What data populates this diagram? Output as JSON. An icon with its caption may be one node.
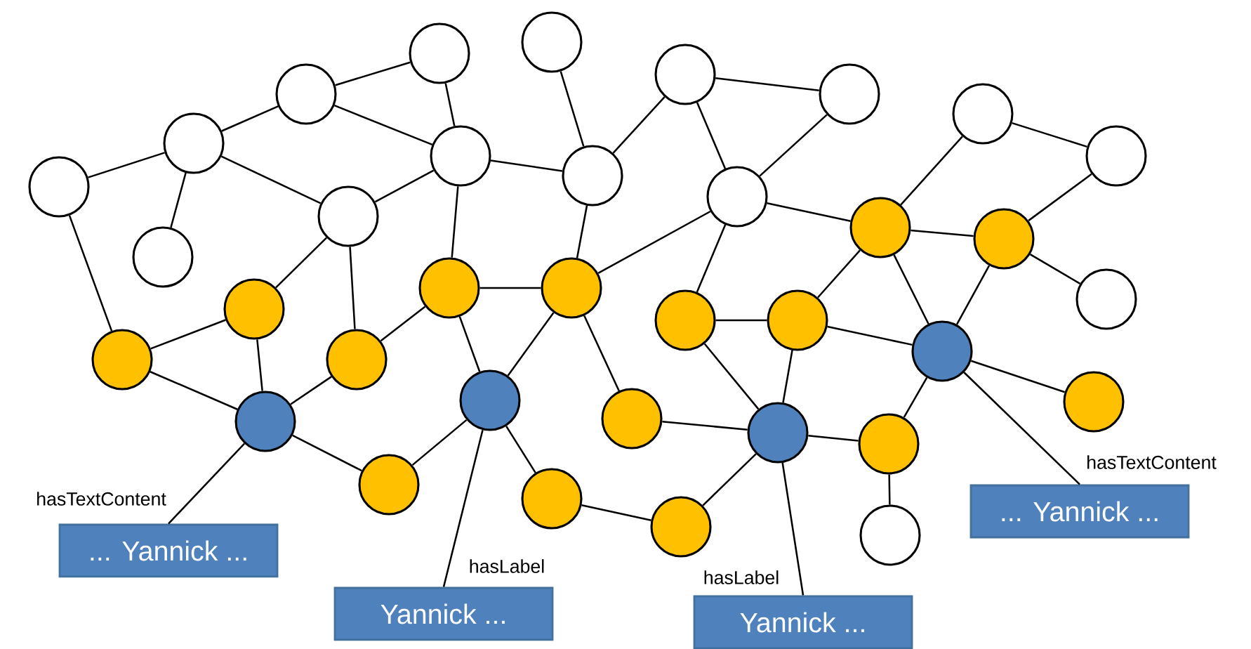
{
  "diagram": {
    "nodes": [
      {
        "text": [],
        "shape": "circle"
      },
      {
        "text": [],
        "shape": "circle"
      },
      {
        "text": [],
        "shape": "circle"
      },
      {
        "text": [],
        "shape": "circle"
      },
      {
        "text": [],
        "shape": "circle"
      },
      {
        "text": [],
        "shape": "circle"
      },
      {
        "text": [],
        "shape": "circle"
      },
      {
        "text": [],
        "shape": "circle"
      },
      {
        "text": [],
        "shape": "circle"
      },
      {
        "text": [],
        "shape": "circle"
      },
      {
        "text": [],
        "shape": "circle"
      },
      {
        "text": [],
        "shape": "circle"
      },
      {
        "text": [],
        "shape": "circle"
      },
      {
        "text": [],
        "shape": "circle"
      },
      {
        "text": [],
        "shape": "circle"
      },
      {
        "text": [],
        "shape": "circle"
      },
      {
        "text": [],
        "shape": "circle"
      },
      {
        "text": [],
        "shape": "circle"
      },
      {
        "text": [],
        "shape": "circle"
      },
      {
        "text": [],
        "shape": "circle"
      },
      {
        "text": [],
        "shape": "circle"
      },
      {
        "text": [],
        "shape": "circle"
      },
      {
        "text": [],
        "shape": "circle"
      },
      {
        "text": [],
        "shape": "circle"
      },
      {
        "text": [],
        "shape": "circle"
      },
      {
        "text": [],
        "shape": "circle"
      },
      {
        "text": [],
        "shape": "circle"
      },
      {
        "text": [],
        "shape": "circle"
      },
      {
        "text": [],
        "shape": "circle"
      },
      {
        "text": [],
        "shape": "circle"
      },
      {
        "text": [],
        "shape": "circle"
      },
      {
        "text": [],
        "shape": "circle"
      },
      {
        "text": [],
        "shape": "circle"
      },
      {
        "text": [],
        "shape": "circle"
      },
      {
        "text": [],
        "shape": "circle"
      },
      {
        "text": [
          "... Yannick ..."
        ]
      },
      {
        "text": [
          "Yannick ..."
        ]
      },
      {
        "text": [
          "Yannick ..."
        ]
      },
      {
        "text": [
          "... Yannick ..."
        ]
      }
    ],
    "edges": [
      {
        "from": 0,
        "to": 1,
        "arrow": "none"
      },
      {
        "from": 1,
        "to": 2,
        "arrow": "none"
      },
      {
        "from": 2,
        "to": 3,
        "arrow": "none"
      },
      {
        "from": 1,
        "to": 6,
        "arrow": "none"
      },
      {
        "from": 1,
        "to": 7,
        "arrow": "none"
      },
      {
        "from": 2,
        "to": 5,
        "arrow": "none"
      },
      {
        "from": 3,
        "to": 5,
        "arrow": "none"
      },
      {
        "from": 5,
        "to": 7,
        "arrow": "none"
      },
      {
        "from": 5,
        "to": 8,
        "arrow": "none"
      },
      {
        "from": 4,
        "to": 8,
        "arrow": "none"
      },
      {
        "from": 8,
        "to": 9,
        "arrow": "none"
      },
      {
        "from": 9,
        "to": 10,
        "arrow": "none"
      },
      {
        "from": 9,
        "to": 11,
        "arrow": "none"
      },
      {
        "from": 10,
        "to": 11,
        "arrow": "none"
      },
      {
        "from": 0,
        "to": 16,
        "arrow": "none"
      },
      {
        "from": 7,
        "to": 17,
        "arrow": "none"
      },
      {
        "from": 7,
        "to": 18,
        "arrow": "none"
      },
      {
        "from": 5,
        "to": 19,
        "arrow": "none"
      },
      {
        "from": 8,
        "to": 20,
        "arrow": "none"
      },
      {
        "from": 19,
        "to": 20,
        "arrow": "none"
      },
      {
        "from": 20,
        "to": 11,
        "arrow": "none"
      },
      {
        "from": 11,
        "to": 21,
        "arrow": "none"
      },
      {
        "from": 11,
        "to": 23,
        "arrow": "none"
      },
      {
        "from": 23,
        "to": 24,
        "arrow": "none"
      },
      {
        "from": 24,
        "to": 21,
        "arrow": "none"
      },
      {
        "from": 21,
        "to": 12,
        "arrow": "none"
      },
      {
        "from": 12,
        "to": 13,
        "arrow": "none"
      },
      {
        "from": 13,
        "to": 22,
        "arrow": "none"
      },
      {
        "from": 21,
        "to": 22,
        "arrow": "none"
      },
      {
        "from": 22,
        "to": 14,
        "arrow": "none"
      },
      {
        "from": 21,
        "to": 34,
        "arrow": "none"
      },
      {
        "from": 22,
        "to": 34,
        "arrow": "none"
      },
      {
        "from": 16,
        "to": 17,
        "arrow": "none"
      },
      {
        "from": 19,
        "to": 18,
        "arrow": "none"
      },
      {
        "from": 20,
        "to": 32,
        "arrow": "none"
      },
      {
        "from": 20,
        "to": 25,
        "arrow": "none"
      },
      {
        "from": 19,
        "to": 32,
        "arrow": "none"
      },
      {
        "from": 16,
        "to": 31,
        "arrow": "none"
      },
      {
        "from": 17,
        "to": 31,
        "arrow": "none"
      },
      {
        "from": 18,
        "to": 31,
        "arrow": "none"
      },
      {
        "from": 31,
        "to": 26,
        "arrow": "none"
      },
      {
        "from": 26,
        "to": 32,
        "arrow": "none"
      },
      {
        "from": 32,
        "to": 27,
        "arrow": "none"
      },
      {
        "from": 27,
        "to": 28,
        "arrow": "none"
      },
      {
        "from": 24,
        "to": 34,
        "arrow": "none"
      },
      {
        "from": 23,
        "to": 33,
        "arrow": "none"
      },
      {
        "from": 24,
        "to": 33,
        "arrow": "none"
      },
      {
        "from": 25,
        "to": 33,
        "arrow": "none"
      },
      {
        "from": 28,
        "to": 33,
        "arrow": "none"
      },
      {
        "from": 33,
        "to": 29,
        "arrow": "none"
      },
      {
        "from": 29,
        "to": 34,
        "arrow": "none"
      },
      {
        "from": 29,
        "to": 15,
        "arrow": "none"
      },
      {
        "from": 34,
        "to": 30,
        "arrow": "none"
      },
      {
        "from": 31,
        "to": 35,
        "arrow": "none",
        "label": "hasTextContent"
      },
      {
        "from": 32,
        "to": 36,
        "arrow": "none",
        "label": "hasLabel"
      },
      {
        "from": 33,
        "to": 37,
        "arrow": "none",
        "label": "hasLabel"
      },
      {
        "from": 34,
        "to": 38,
        "arrow": "none",
        "label": "hasTextContent"
      }
    ]
  }
}
